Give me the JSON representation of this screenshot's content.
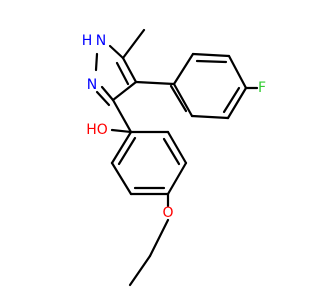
{
  "molecule": {
    "atoms": {
      "N1": {
        "label": "H",
        "label2": "N",
        "color": "#0000ff"
      },
      "N2": {
        "label": "N",
        "color": "#0000ff"
      },
      "O1": {
        "label": "HO",
        "color": "#ff0000"
      },
      "O2": {
        "label": "O",
        "color": "#ff0000"
      },
      "F1": {
        "label": "F",
        "color": "#33cc33"
      }
    },
    "colors": {
      "bond": "#000000",
      "nitrogen": "#0000ff",
      "oxygen": "#ff0000",
      "fluorine": "#33cc33"
    }
  }
}
